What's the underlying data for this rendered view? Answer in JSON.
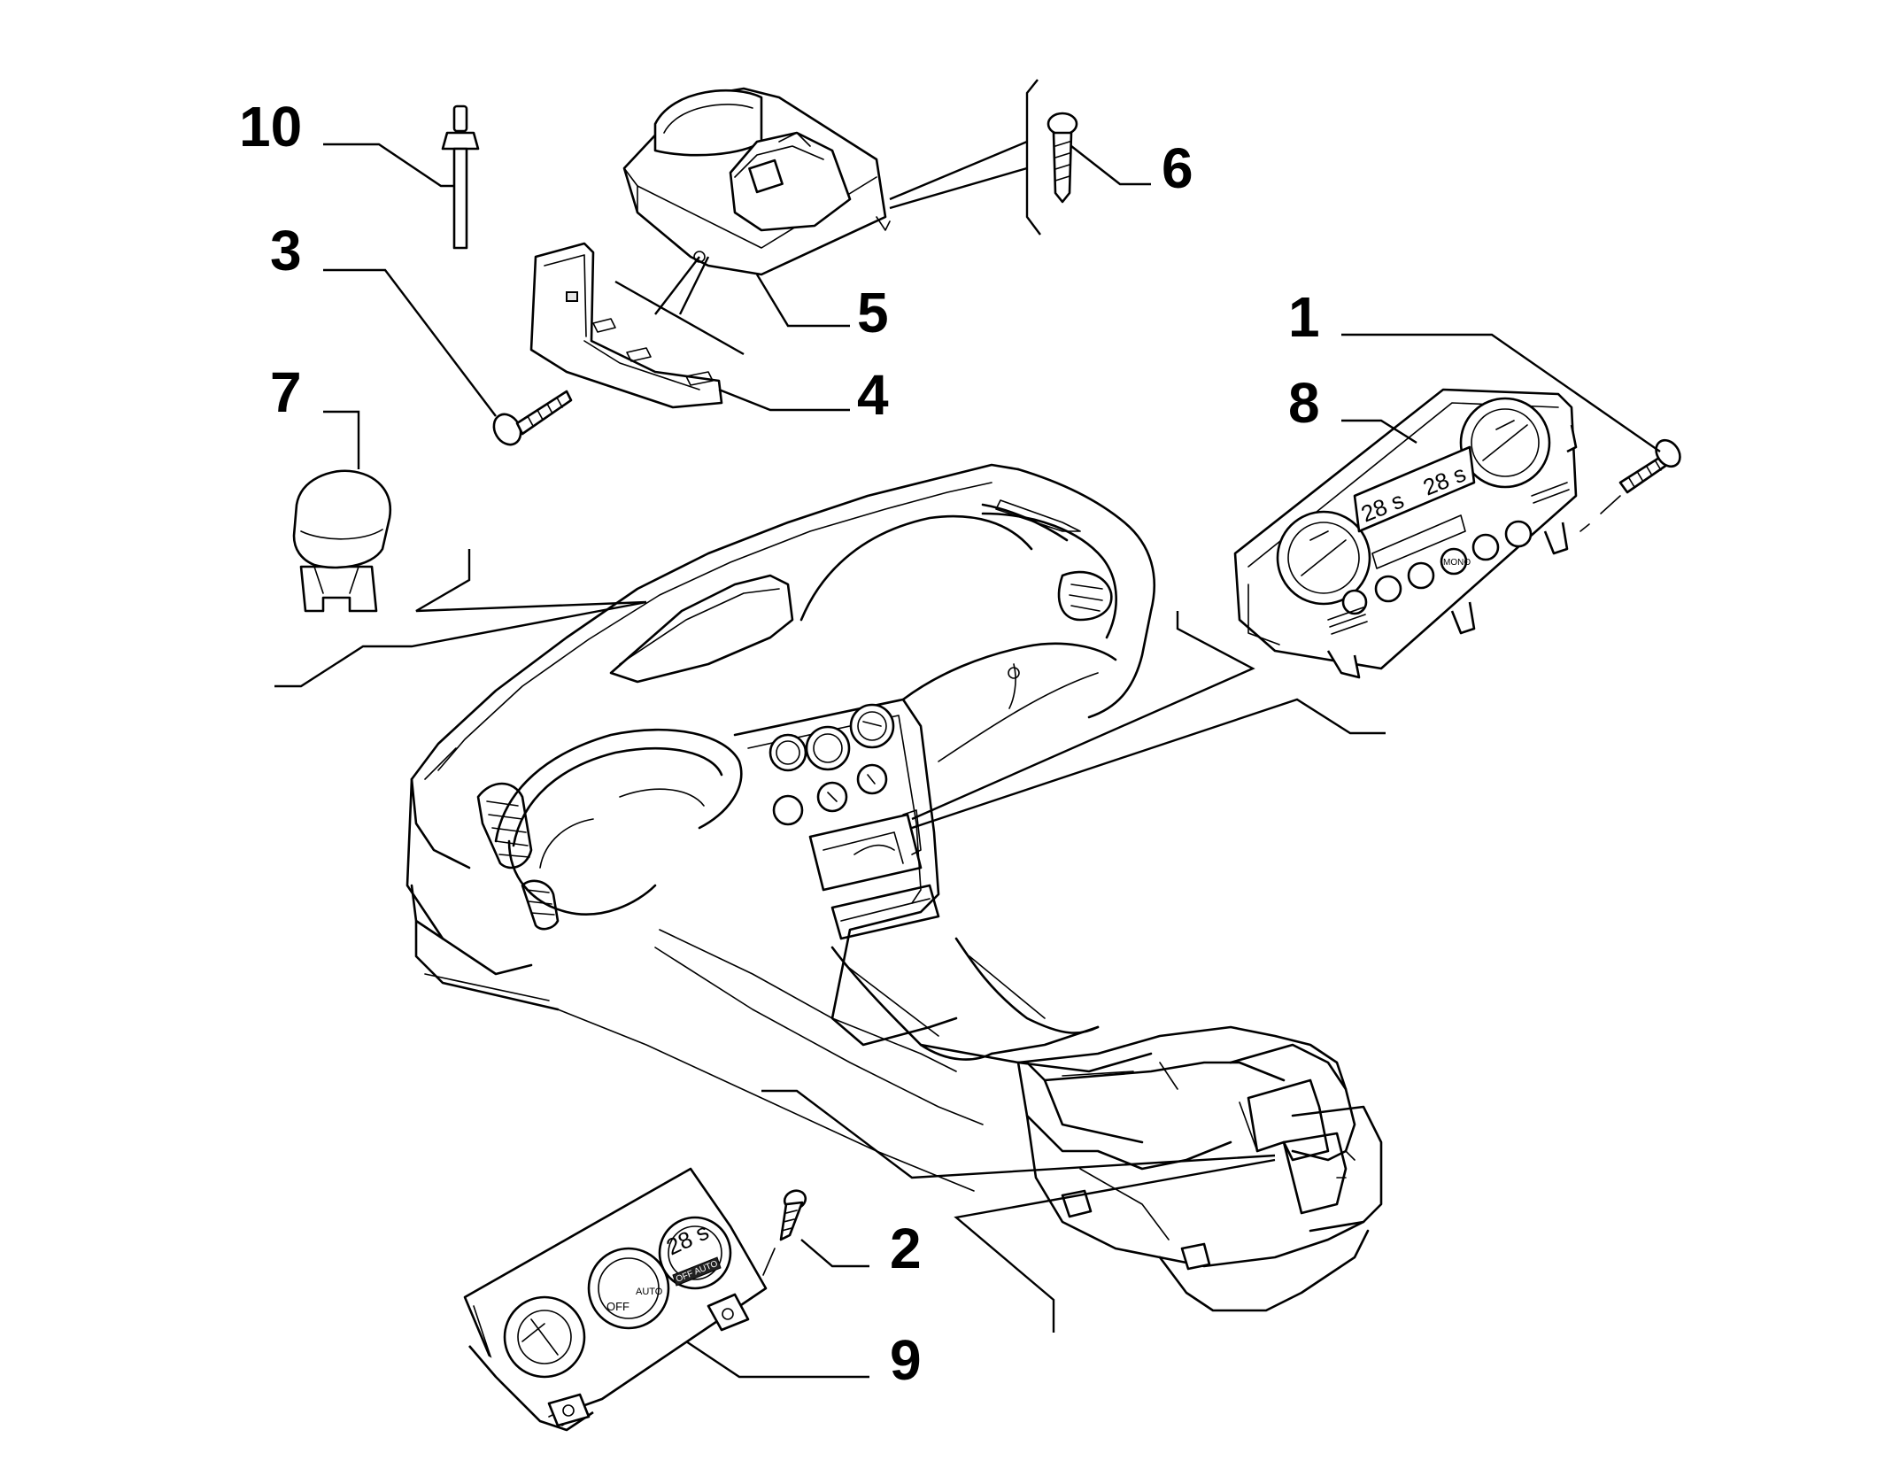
{
  "callouts": {
    "c1": "1",
    "c2": "2",
    "c3": "3",
    "c4": "4",
    "c5": "5",
    "c6": "6",
    "c7": "7",
    "c8": "8",
    "c9": "9",
    "c10": "10"
  },
  "display": {
    "panel_temp_left": "28 s",
    "panel_temp_right": "28 s",
    "panel_mono": "MONO",
    "small_temp": "28 s",
    "small_off": "OFF",
    "small_auto": "AUTO",
    "small_off_auto": "OFF AUTO"
  }
}
